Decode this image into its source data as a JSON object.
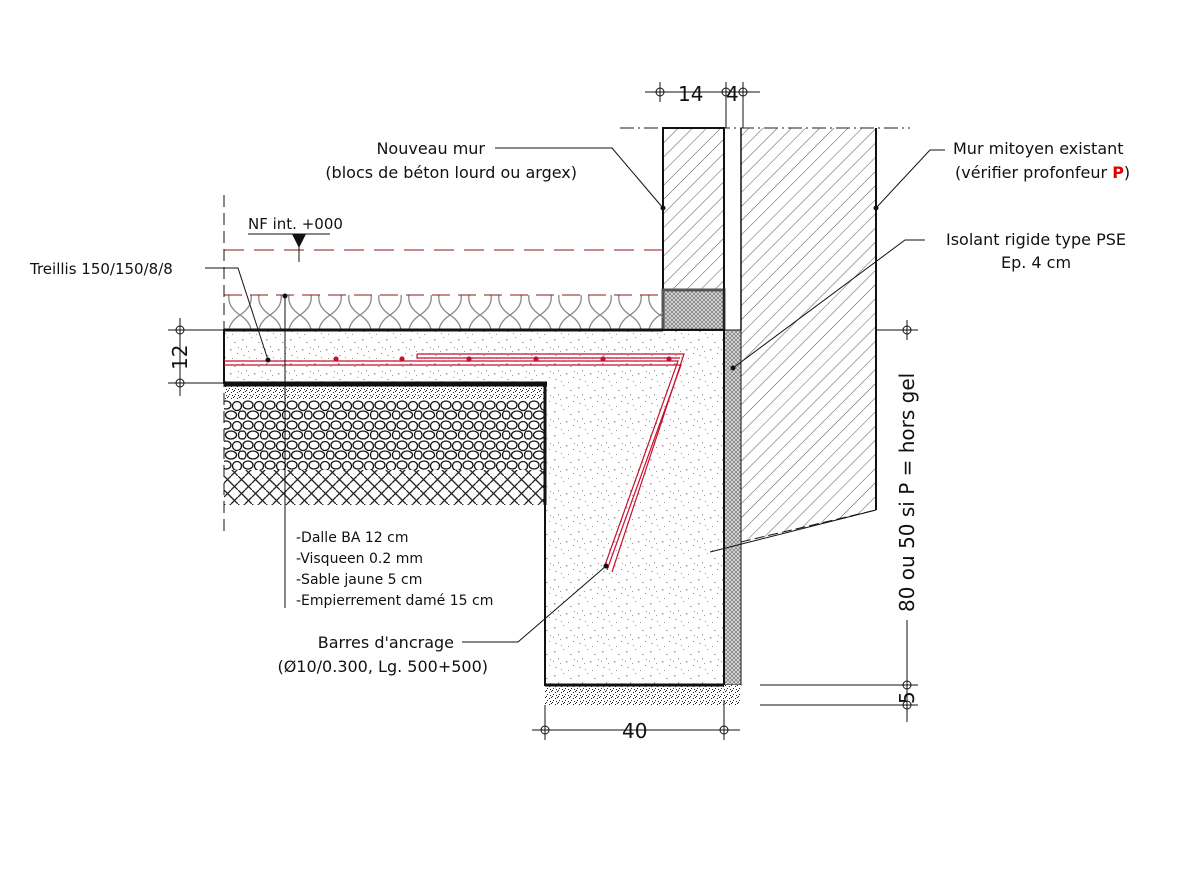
{
  "labels": {
    "new_wall_1": "Nouveau mur",
    "new_wall_2": "(blocs de béton lourd ou argex)",
    "existing_wall_1": "Mur mitoyen existant",
    "existing_wall_2": "(vérifier profonfeur ",
    "existing_wall_p": "P",
    "existing_wall_close": ")",
    "insulation_1": "Isolant rigide type PSE",
    "insulation_2": "Ep. 4 cm",
    "floor_level": "NF int. +000",
    "mesh": "Treillis 150/150/8/8",
    "layers": [
      "-Dalle BA 12 cm",
      "-Visqueen 0.2 mm",
      "-Sable jaune 5 cm",
      "-Empierrement damé 15 cm"
    ],
    "anchor_1": "Barres d'ancrage",
    "anchor_2": "(Ø10/0.300, Lg. 500+500)"
  },
  "dimensions": {
    "wall_width": "14",
    "insulation_width": "4",
    "slab_thickness": "12",
    "footing_width": "40",
    "sand_thickness": "5",
    "depth": "80 ou 50 si P = hors gel"
  },
  "colors": {
    "rebar": "#c8102e",
    "accent_p": "#e00000"
  }
}
